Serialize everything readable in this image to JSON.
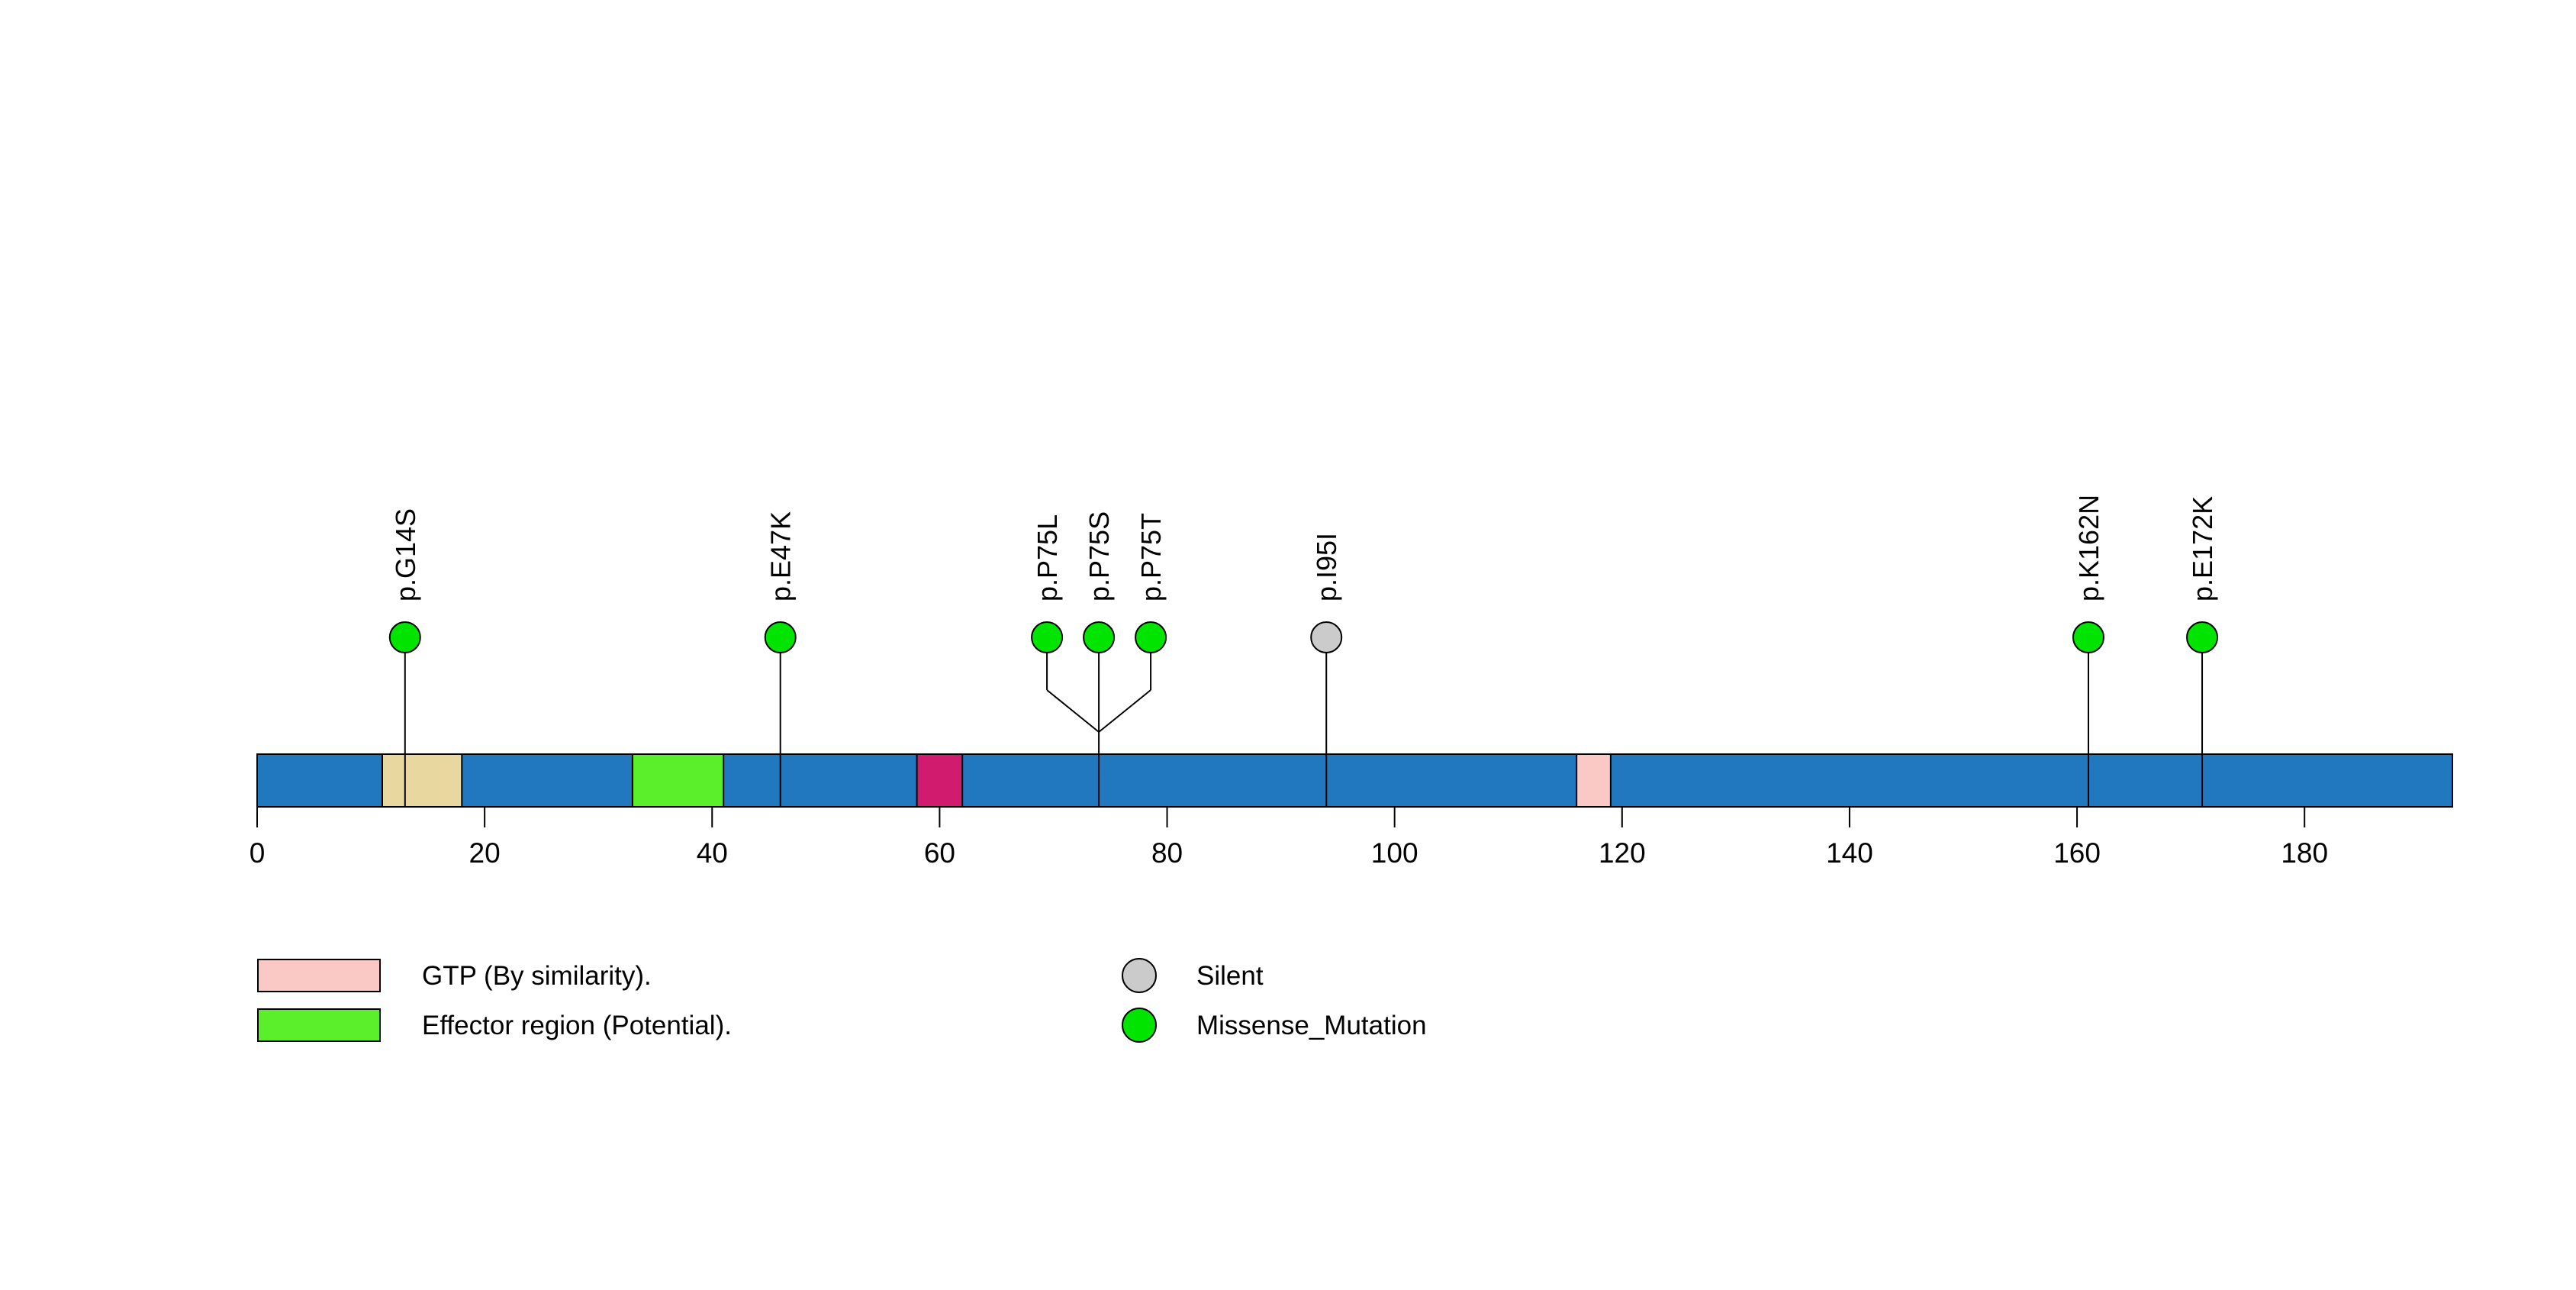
{
  "chart_data": {
    "type": "lollipop",
    "description": "Protein lollipop mutation plot",
    "protein": {
      "length_aa": 193,
      "backbone_color": "#2178BE"
    },
    "xaxis": {
      "range": [
        0,
        193
      ],
      "ticks": [
        "0",
        "20",
        "40",
        "60",
        "80",
        "100",
        "120",
        "140",
        "160",
        "180"
      ],
      "tick_values": [
        0,
        20,
        40,
        60,
        80,
        100,
        120,
        140,
        160,
        180
      ]
    },
    "domains": [
      {
        "start": 11,
        "end": 18,
        "color": "#E8D79F"
      },
      {
        "start": 33,
        "end": 41,
        "color": "#5BEE2B",
        "legend_label": "Effector region (Potential)."
      },
      {
        "start": 58,
        "end": 62,
        "color": "#D01B6E"
      },
      {
        "start": 116,
        "end": 119,
        "color": "#FBC9C5",
        "legend_label": "GTP (By similarity)."
      }
    ],
    "mutations": [
      {
        "label": "p.G14S",
        "aa": 14,
        "type": "Missense_Mutation"
      },
      {
        "label": "p.E47K",
        "aa": 47,
        "type": "Missense_Mutation"
      },
      {
        "label": "p.P75L",
        "aa": 75,
        "type": "Missense_Mutation"
      },
      {
        "label": "p.P75S",
        "aa": 75,
        "type": "Missense_Mutation"
      },
      {
        "label": "p.P75T",
        "aa": 75,
        "type": "Missense_Mutation"
      },
      {
        "label": "p.I95I",
        "aa": 95,
        "type": "Silent"
      },
      {
        "label": "p.K162N",
        "aa": 162,
        "type": "Missense_Mutation"
      },
      {
        "label": "p.E172K",
        "aa": 172,
        "type": "Missense_Mutation"
      }
    ],
    "mutation_colors": {
      "Missense_Mutation": "#00E400",
      "Silent": "#CBCBCB"
    },
    "legend": {
      "domain_entries": [
        {
          "label": "GTP (By similarity).",
          "color": "#FBC9C5"
        },
        {
          "label": "Effector region (Potential).",
          "color": "#5BEE2B"
        }
      ],
      "mutation_entries": [
        {
          "label": "Silent",
          "color": "#CBCBCB"
        },
        {
          "label": "Missense_Mutation",
          "color": "#00E400"
        }
      ]
    },
    "stroke_color": "#000000",
    "background_color": "#FFFFFF"
  }
}
